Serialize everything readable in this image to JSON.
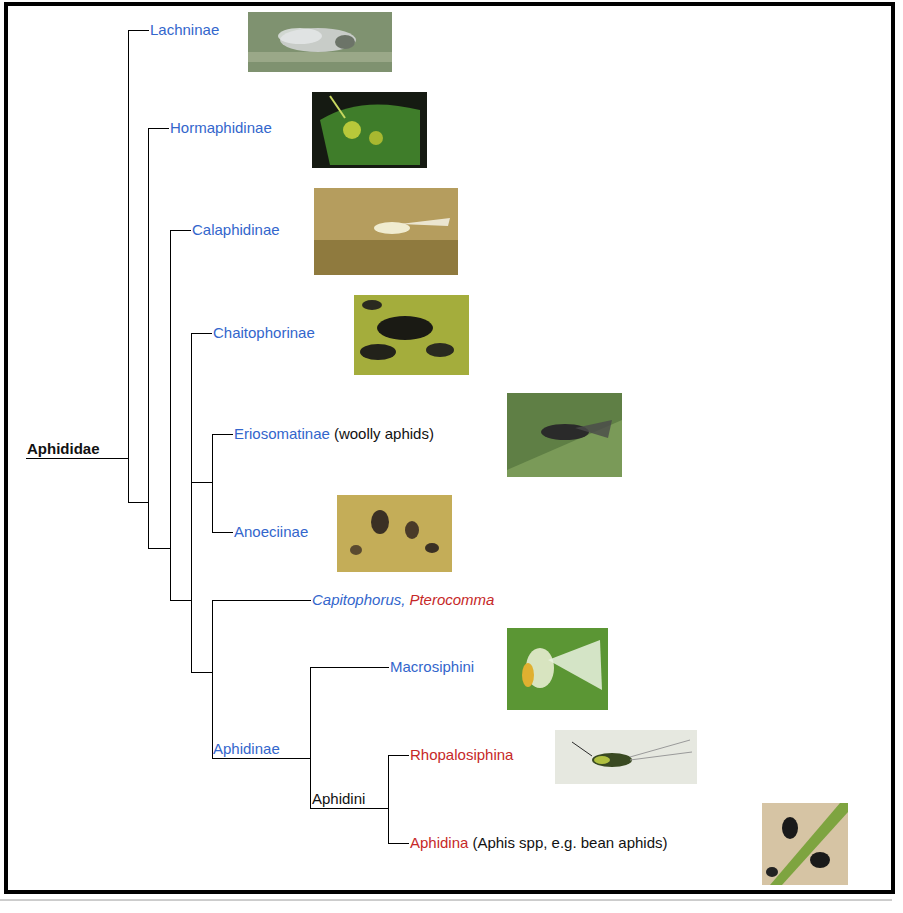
{
  "diagram": {
    "nodes": [
      {
        "text": [
          "Aphididae"
        ]
      },
      {
        "text": [
          "Lachninae"
        ]
      },
      {
        "text": [
          "Hormaphidinae"
        ]
      },
      {
        "text": [
          "Calaphidinae"
        ]
      },
      {
        "text": [
          "Chaitophorinae"
        ]
      },
      {
        "text": [
          "Eriosomatinae",
          "(woolly aphids)"
        ]
      },
      {
        "text": [
          "Anoeciinae"
        ]
      },
      {
        "text": [
          "Capitophorus,",
          "Pterocomma"
        ]
      },
      {
        "text": [
          "Aphidinae"
        ]
      },
      {
        "text": [
          "Macrosiphini"
        ]
      },
      {
        "text": [
          "Aphidini"
        ]
      },
      {
        "text": [
          "Rhopalosiphina"
        ]
      },
      {
        "text": [
          "Aphidina",
          "(Aphis spp, e.g. bean aphids)"
        ]
      }
    ],
    "edges": [
      {
        "from": 0,
        "to": 1,
        "arrow": "none"
      },
      {
        "from": 0,
        "to": 2,
        "arrow": "none"
      },
      {
        "from": 0,
        "to": 3,
        "arrow": "none"
      },
      {
        "from": 0,
        "to": 4,
        "arrow": "none"
      },
      {
        "from": 0,
        "to": 5,
        "arrow": "none"
      },
      {
        "from": 0,
        "to": 6,
        "arrow": "none"
      },
      {
        "from": 0,
        "to": 7,
        "arrow": "none"
      },
      {
        "from": 0,
        "to": 8,
        "arrow": "none"
      },
      {
        "from": 8,
        "to": 9,
        "arrow": "none"
      },
      {
        "from": 8,
        "to": 10,
        "arrow": "none"
      },
      {
        "from": 10,
        "to": 11,
        "arrow": "none"
      },
      {
        "from": 10,
        "to": 12,
        "arrow": "none"
      }
    ]
  }
}
